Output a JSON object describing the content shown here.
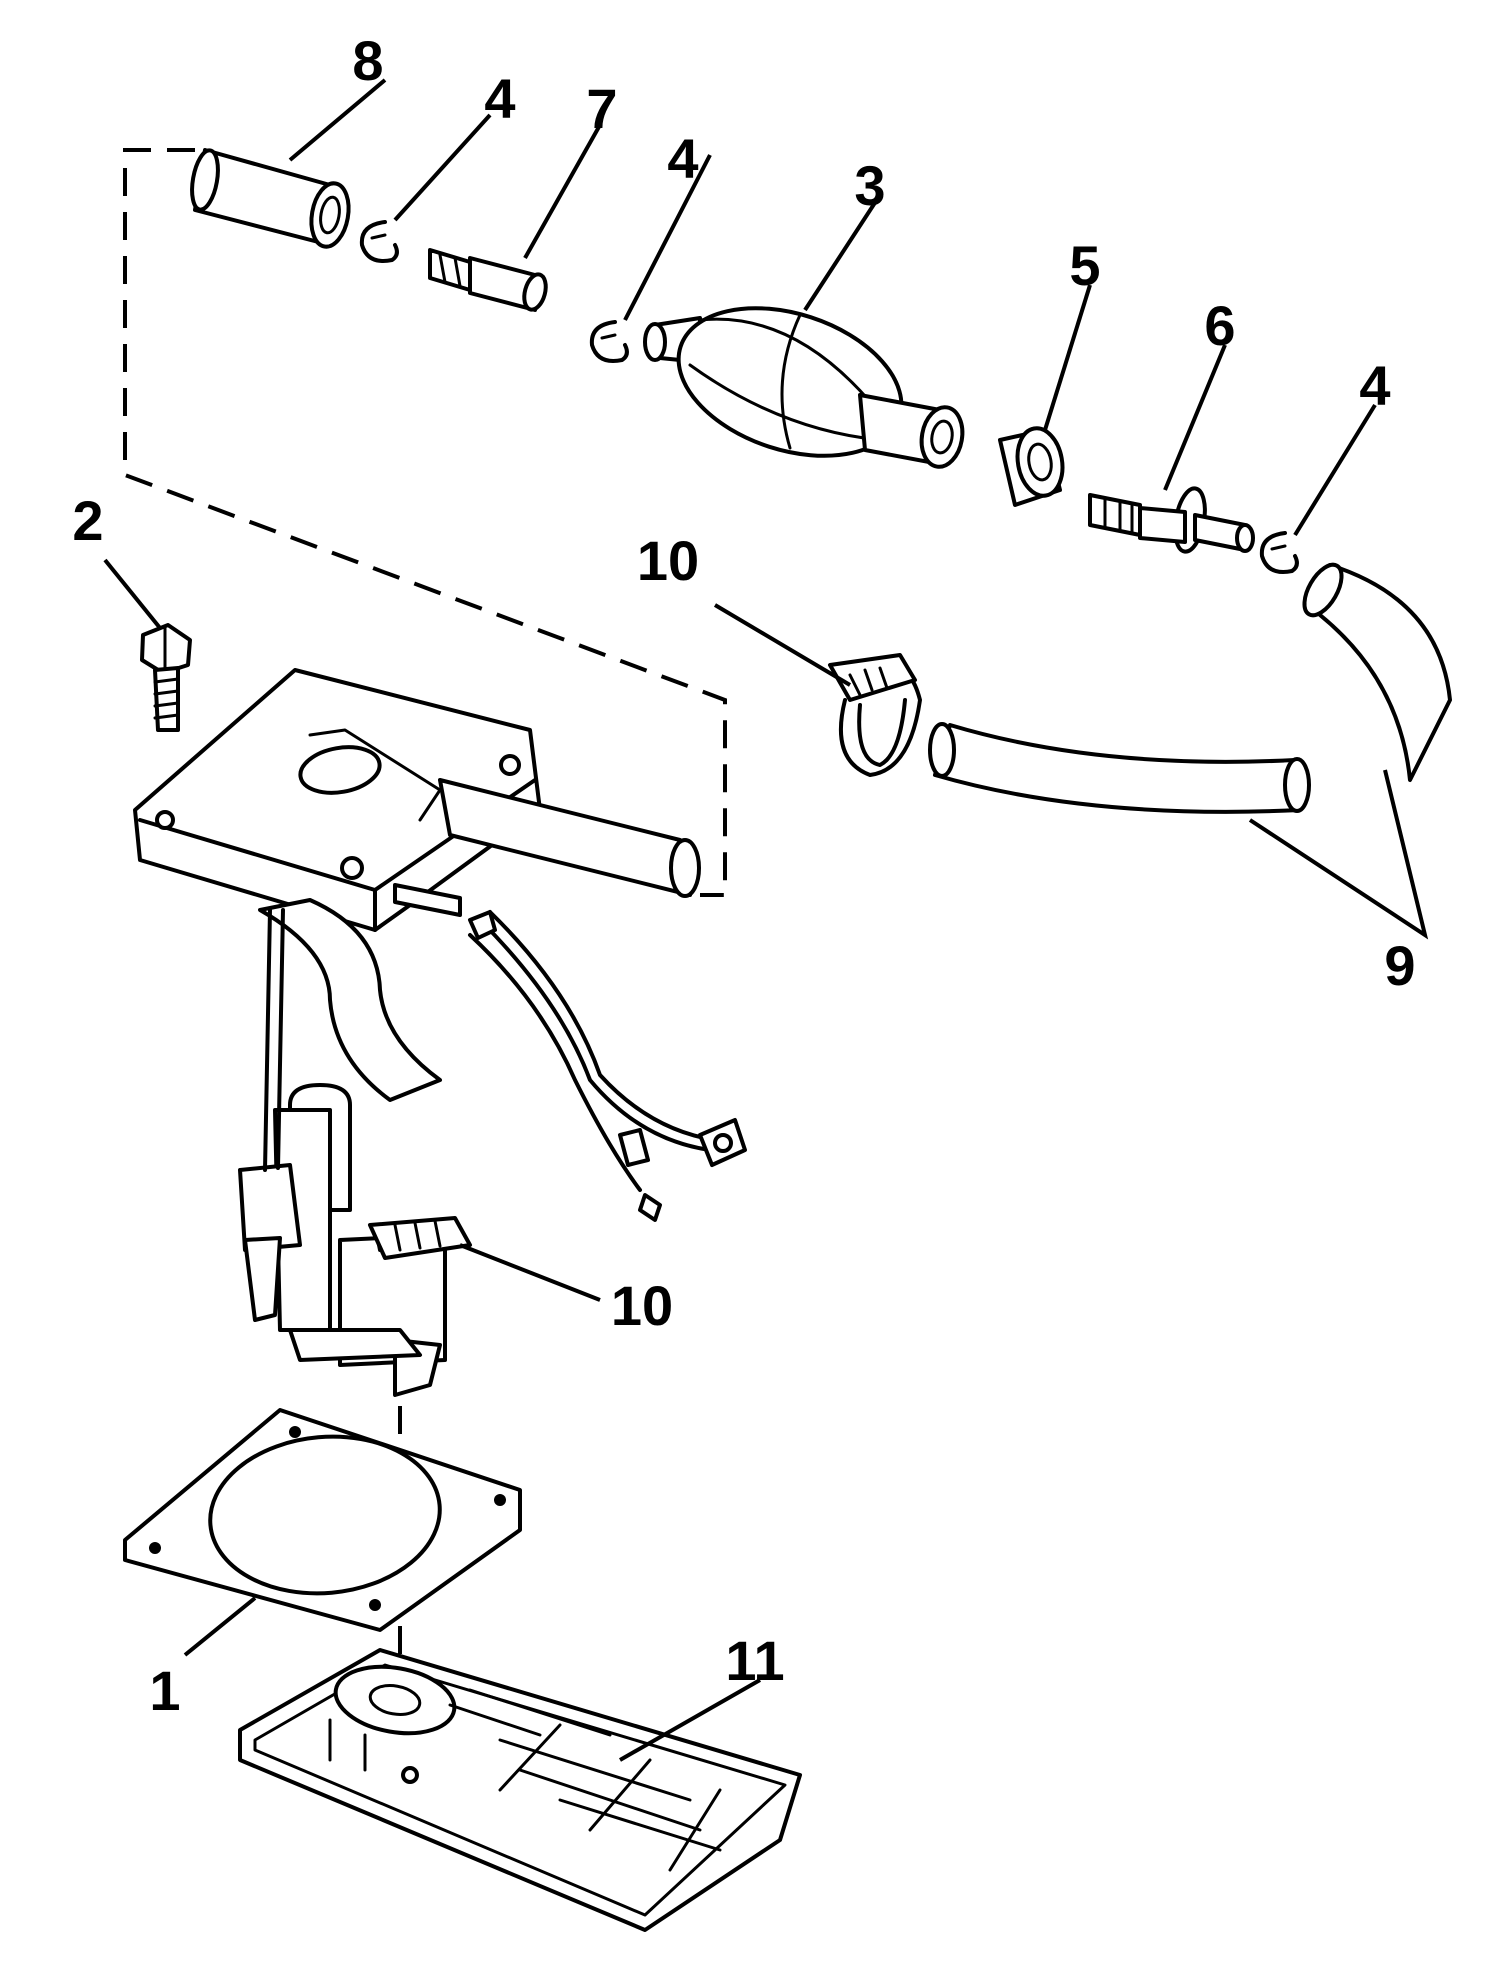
{
  "labels": {
    "l1": "1",
    "l2": "2",
    "l3": "3",
    "l4a": "4",
    "l4b": "4",
    "l4c": "4",
    "l5": "5",
    "l6": "6",
    "l7": "7",
    "l8": "8",
    "l9": "9",
    "l10a": "10",
    "l10b": "10",
    "l11": "11"
  },
  "colors": {
    "ink": "#000000",
    "paper": "#ffffff"
  }
}
